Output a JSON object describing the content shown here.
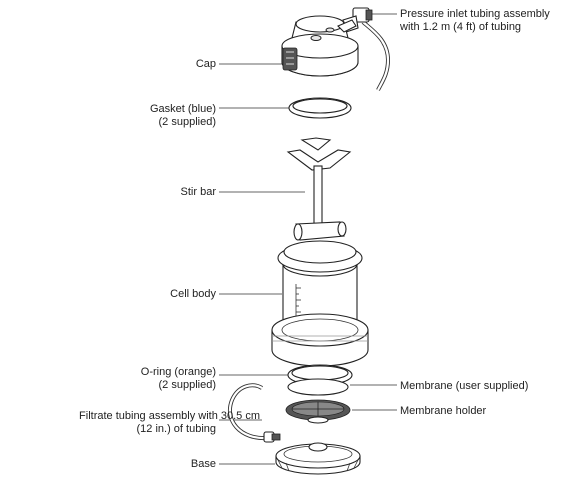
{
  "labels": {
    "pressure_inlet_1": "Pressure inlet tubing assembly",
    "pressure_inlet_2": "with 1.2 m (4 ft) of tubing",
    "cap": "Cap",
    "gasket_1": "Gasket (blue)",
    "gasket_2": "(2 supplied)",
    "stir_bar": "Stir bar",
    "cell_body": "Cell body",
    "oring_1": "O-ring (orange)",
    "oring_2": "(2 supplied)",
    "membrane": "Membrane (user supplied)",
    "membrane_holder": "Membrane holder",
    "filtrate_1": "Filtrate tubing assembly with 30.5 cm",
    "filtrate_2": "(12 in.) of tubing",
    "base": "Base"
  }
}
